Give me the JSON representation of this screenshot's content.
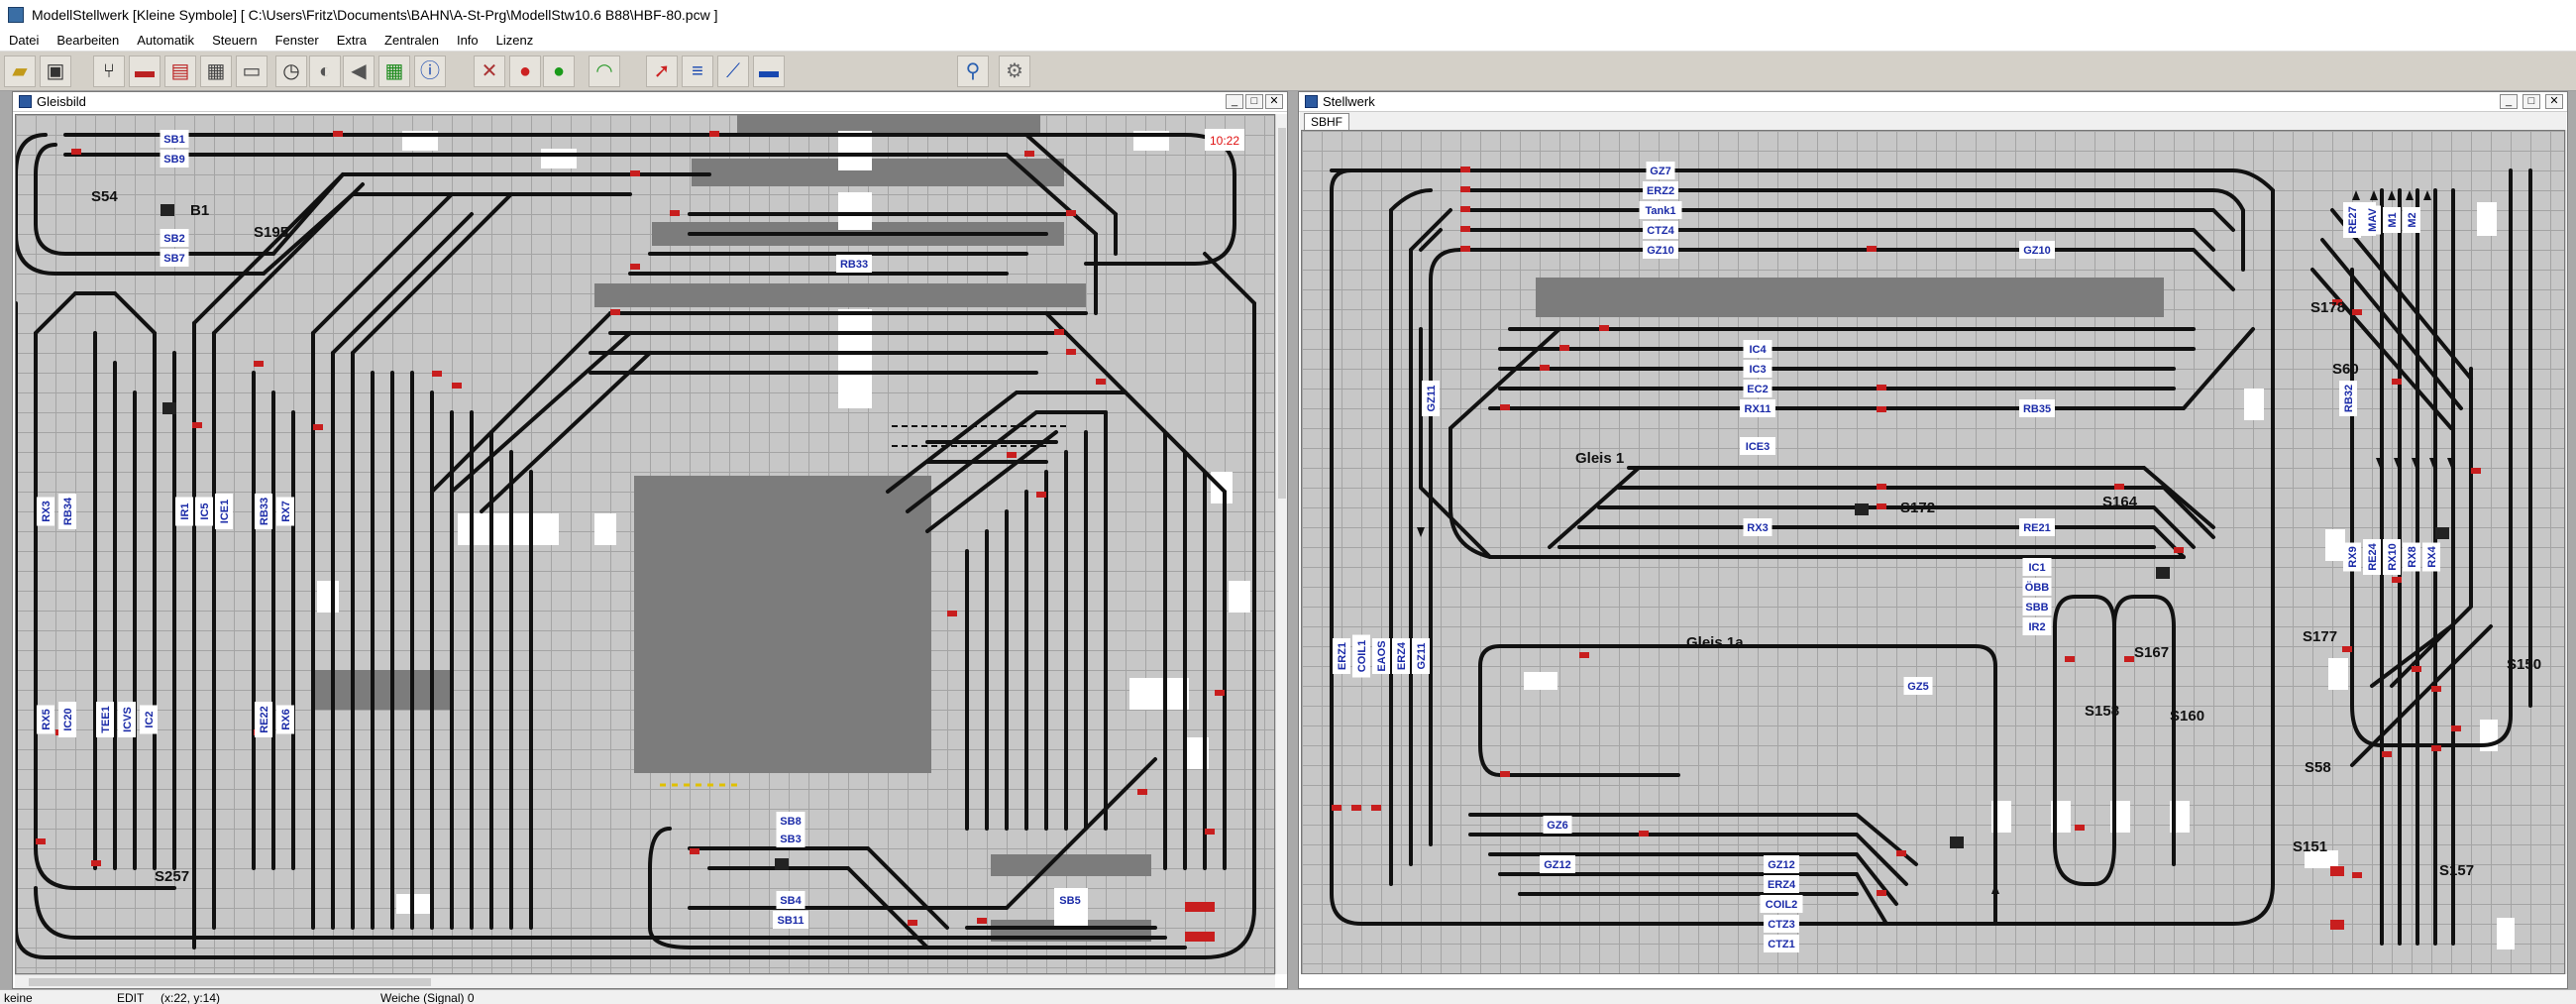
{
  "app": {
    "title": "ModellStellwerk [Kleine Symbole]  [ C:\\Users\\Fritz\\Documents\\BAHN\\A-St-Prg\\ModellStw10.6 B88\\HBF-80.pcw ]"
  },
  "menu": [
    "Datei",
    "Bearbeiten",
    "Automatik",
    "Steuern",
    "Fenster",
    "Extra",
    "Zentralen",
    "Info",
    "Lizenz"
  ],
  "toolbar": {
    "icons": [
      "open-folder-icon",
      "save-icon",
      "turnout-icon",
      "locomotive-icon",
      "train-list-icon",
      "control-panel-icon",
      "booster-icon",
      "clock-icon",
      "timetable-icon",
      "sound-icon",
      "signals-grid-icon",
      "info-icon",
      "tools-icon",
      "signal-red-icon",
      "signal-green-icon",
      "wifi-icon",
      "pointer-icon",
      "track-edit-icon",
      "route-icon",
      "block-icon",
      "magnifier-icon",
      "settings-gear-icon"
    ]
  },
  "colors": {
    "track": "#101010",
    "grid": "#c7c7c7",
    "gray_block": "#7c7c7c",
    "label_text": "#1b2ba8",
    "clock_text": "#e01010",
    "signal_red": "#c81e1e"
  },
  "gleisbild": {
    "title": "Gleisbild",
    "clock": "10:22",
    "labels": [
      "SB1",
      "SB9",
      "SB2",
      "SB7",
      "S54",
      "B1",
      "S195",
      "RB33",
      "RX3",
      "RB34",
      "IR1",
      "IC5",
      "ICE1",
      "RB33",
      "RX7",
      "RX5",
      "IC20",
      "TEE1",
      "ICVS",
      "IC2",
      "RE22",
      "RX6",
      "S257",
      "SB8",
      "SB3",
      "SB4",
      "SB11",
      "SB5"
    ]
  },
  "stellwerk": {
    "title": "Stellwerk",
    "tab": "SBHF",
    "labels": [
      "GZ7",
      "ERZ2",
      "Tank1",
      "CTZ4",
      "GZ10",
      "GZ10",
      "GZ11",
      "IC4",
      "IC3",
      "EC2",
      "RX11",
      "RB35",
      "ICE3",
      "Gleis 1",
      "RX3",
      "RE21",
      "IC1",
      "ÖBB",
      "SBB",
      "IR2",
      "Gleis 1a",
      "S172",
      "S164",
      "S167",
      "S178",
      "S60",
      "S177",
      "S150",
      "S158",
      "S160",
      "S157",
      "S58",
      "S151",
      "RE27",
      "MAV",
      "M1",
      "M2",
      "RB32",
      "RX9",
      "RE24",
      "RX10",
      "RX8",
      "RX4",
      "ERZ1",
      "COIL1",
      "EAOS",
      "ERZ4",
      "GZ11",
      "GZ5",
      "GZ6",
      "GZ12",
      "GZ12",
      "ERZ4",
      "COIL2",
      "CTZ3",
      "CTZ1"
    ]
  },
  "status": {
    "mode": "keine",
    "edit": "EDIT",
    "coords": "(x:22, y:14)",
    "message": "Weiche (Signal) 0"
  }
}
